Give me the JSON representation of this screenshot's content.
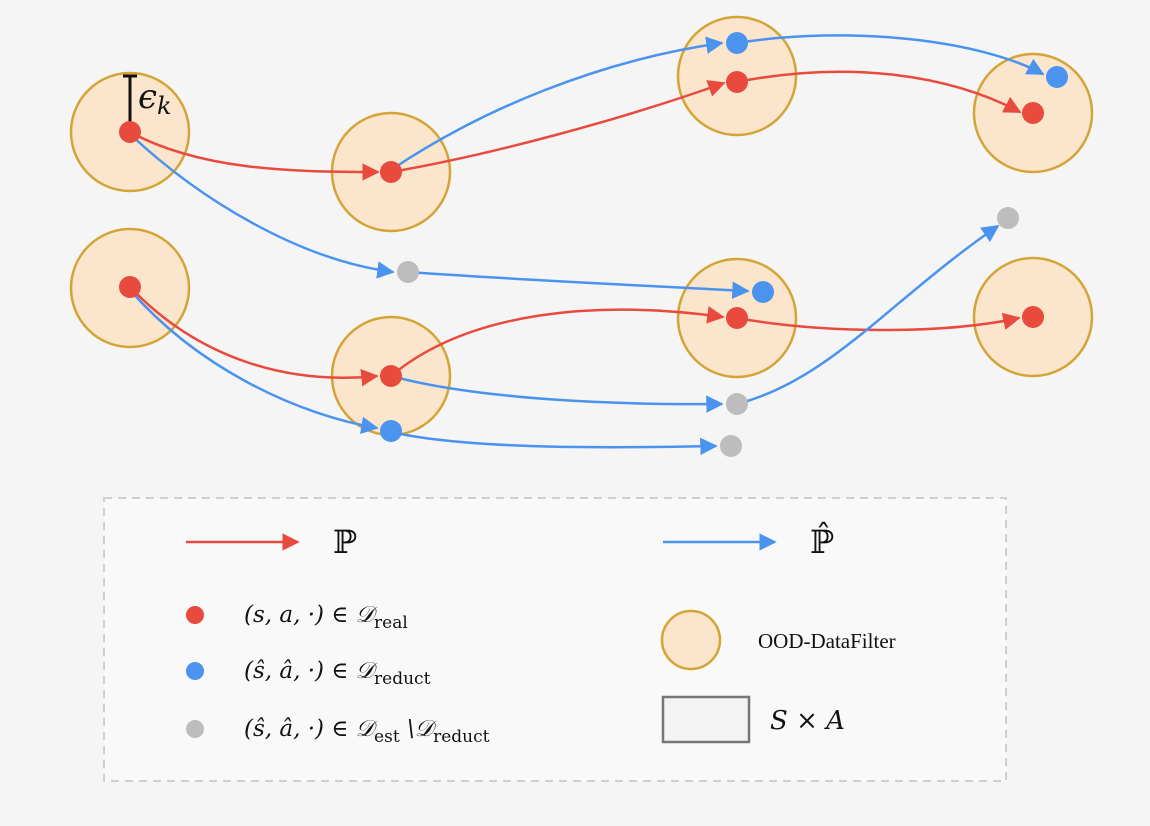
{
  "colors": {
    "real": "#e84a3e",
    "reduct": "#4a94ef",
    "est": "#bdbdbd",
    "filter_fill": "#fbe5cc",
    "filter_stroke": "#d4a437",
    "legend_border": "#cfcfcf",
    "space_box_fill": "#f3f3f3",
    "space_box_stroke": "#777777",
    "background": "#f5f5f5"
  },
  "diagram": {
    "epsilon_label": "ϵ",
    "epsilon_subscript": "k"
  },
  "legend": {
    "true_transition": "ℙ",
    "est_transition": "ℙ̂",
    "real_data_prefix": "(s, a, ·) ∈ 𝒟",
    "real_data_sub": "real",
    "reduct_data_prefix": "(ŝ, â, ·) ∈ 𝒟",
    "reduct_data_sub": "reduct",
    "est_data_prefix": "(ŝ, â, ·) ∈ 𝒟",
    "est_data_sub1": "est",
    "est_data_mid": " \\𝒟",
    "est_data_sub2": "reduct",
    "filter_label": "OOD-DataFilter",
    "space_label": "S × A"
  }
}
